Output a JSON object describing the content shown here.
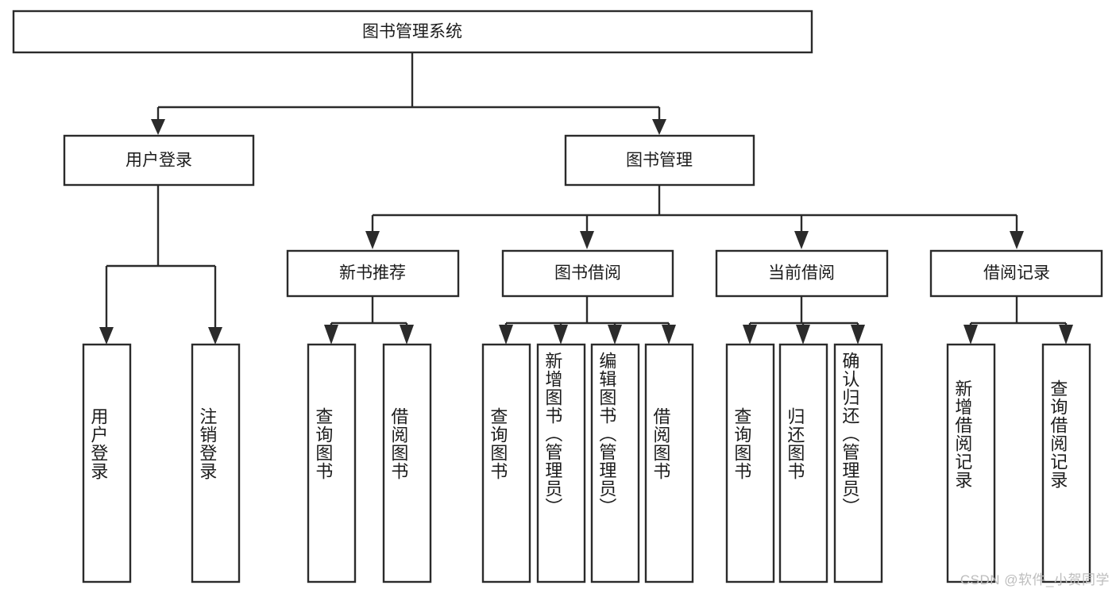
{
  "diagram": {
    "title": "图书管理系统",
    "type": "hierarchy-tree",
    "root": {
      "label": "图书管理系统",
      "orientation": "horizontal"
    },
    "level2": [
      {
        "label": "用户登录",
        "orientation": "horizontal"
      },
      {
        "label": "图书管理",
        "orientation": "horizontal"
      }
    ],
    "level3": [
      {
        "label": "新书推荐",
        "orientation": "horizontal"
      },
      {
        "label": "图书借阅",
        "orientation": "horizontal"
      },
      {
        "label": "当前借阅",
        "orientation": "horizontal"
      },
      {
        "label": "借阅记录",
        "orientation": "horizontal"
      }
    ],
    "leaves": {
      "user_login": [
        {
          "label": "用户登录",
          "orientation": "vertical"
        },
        {
          "label": "注销登录",
          "orientation": "vertical"
        }
      ],
      "new_book_recommend": [
        {
          "label": "查询图书",
          "orientation": "vertical"
        },
        {
          "label": "借阅图书",
          "orientation": "vertical"
        }
      ],
      "book_borrow": [
        {
          "label": "查询图书",
          "orientation": "vertical"
        },
        {
          "label": "新增图书（管理员）",
          "orientation": "vertical"
        },
        {
          "label": "编辑图书（管理员）",
          "orientation": "vertical"
        },
        {
          "label": "借阅图书",
          "orientation": "vertical"
        }
      ],
      "current_borrow": [
        {
          "label": "查询图书",
          "orientation": "vertical"
        },
        {
          "label": "归还图书",
          "orientation": "vertical"
        },
        {
          "label": "确认归还（管理员）",
          "orientation": "vertical"
        }
      ],
      "borrow_records": [
        {
          "label": "新增借阅记录",
          "orientation": "vertical"
        },
        {
          "label": "查询借阅记录",
          "orientation": "vertical"
        }
      ]
    }
  },
  "watermark": {
    "text": "CSDN @软件_小贺同学"
  },
  "colors": {
    "background": "#ffffff",
    "box_border": "#2b2b2b",
    "box_fill": "#ffffff",
    "text": "#1c1c1c",
    "connector": "#2b2b2b",
    "watermark": "#bdbdbd"
  }
}
